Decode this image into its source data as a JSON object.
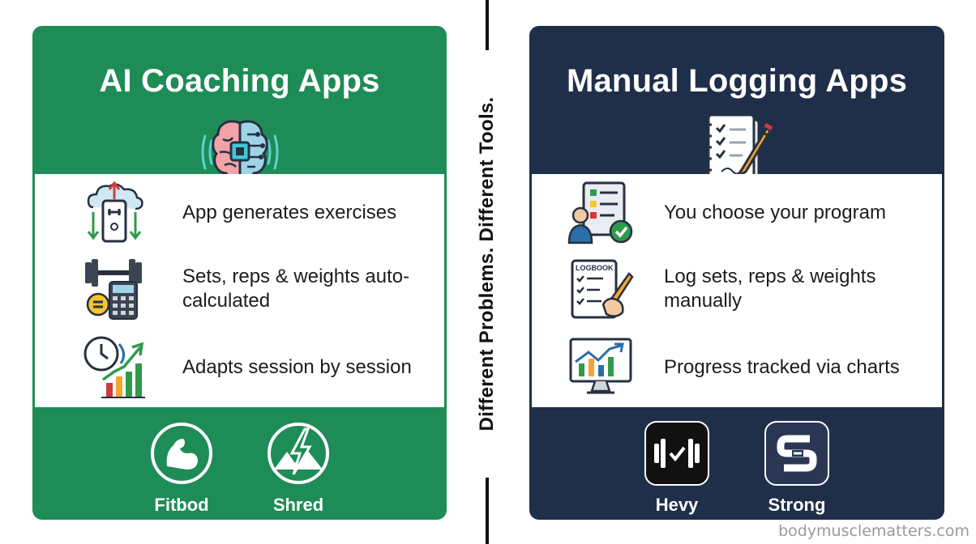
{
  "colors": {
    "ai_panel": "#1e8c56",
    "manual_panel": "#1f2f4a",
    "divider": "#111111"
  },
  "divider_text": "Different Problems. Different Tools.",
  "left": {
    "title": "AI Coaching Apps",
    "hero_icon": "ai-brain-chip-icon",
    "features": [
      {
        "text": "App generates exercises",
        "icon": "cloud-phone-workout-icon"
      },
      {
        "text": "Sets, reps & weights auto-calculated",
        "icon": "dumbbell-calculator-icon"
      },
      {
        "text": "Adapts session by session",
        "icon": "clock-growth-chart-icon"
      }
    ],
    "apps": [
      {
        "name": "Fitbod",
        "icon": "flexed-arm-icon"
      },
      {
        "name": "Shred",
        "icon": "lightning-mountain-icon"
      }
    ]
  },
  "right": {
    "title": "Manual Logging Apps",
    "hero_icon": "notepad-pencil-icon",
    "features": [
      {
        "text": "You choose your program",
        "icon": "person-checklist-tablet-icon"
      },
      {
        "text": "Log sets, reps & weights manually",
        "icon": "logbook-hand-pen-icon"
      },
      {
        "text": "Progress tracked via charts",
        "icon": "monitor-chart-icon"
      }
    ],
    "logbook_label": "LOGBOOK",
    "apps": [
      {
        "name": "Hevy",
        "icon": "dumbbell-check-icon"
      },
      {
        "name": "Strong",
        "icon": "strong-s-dumbbell-icon"
      }
    ]
  },
  "watermark": "bodymusclematters.com"
}
